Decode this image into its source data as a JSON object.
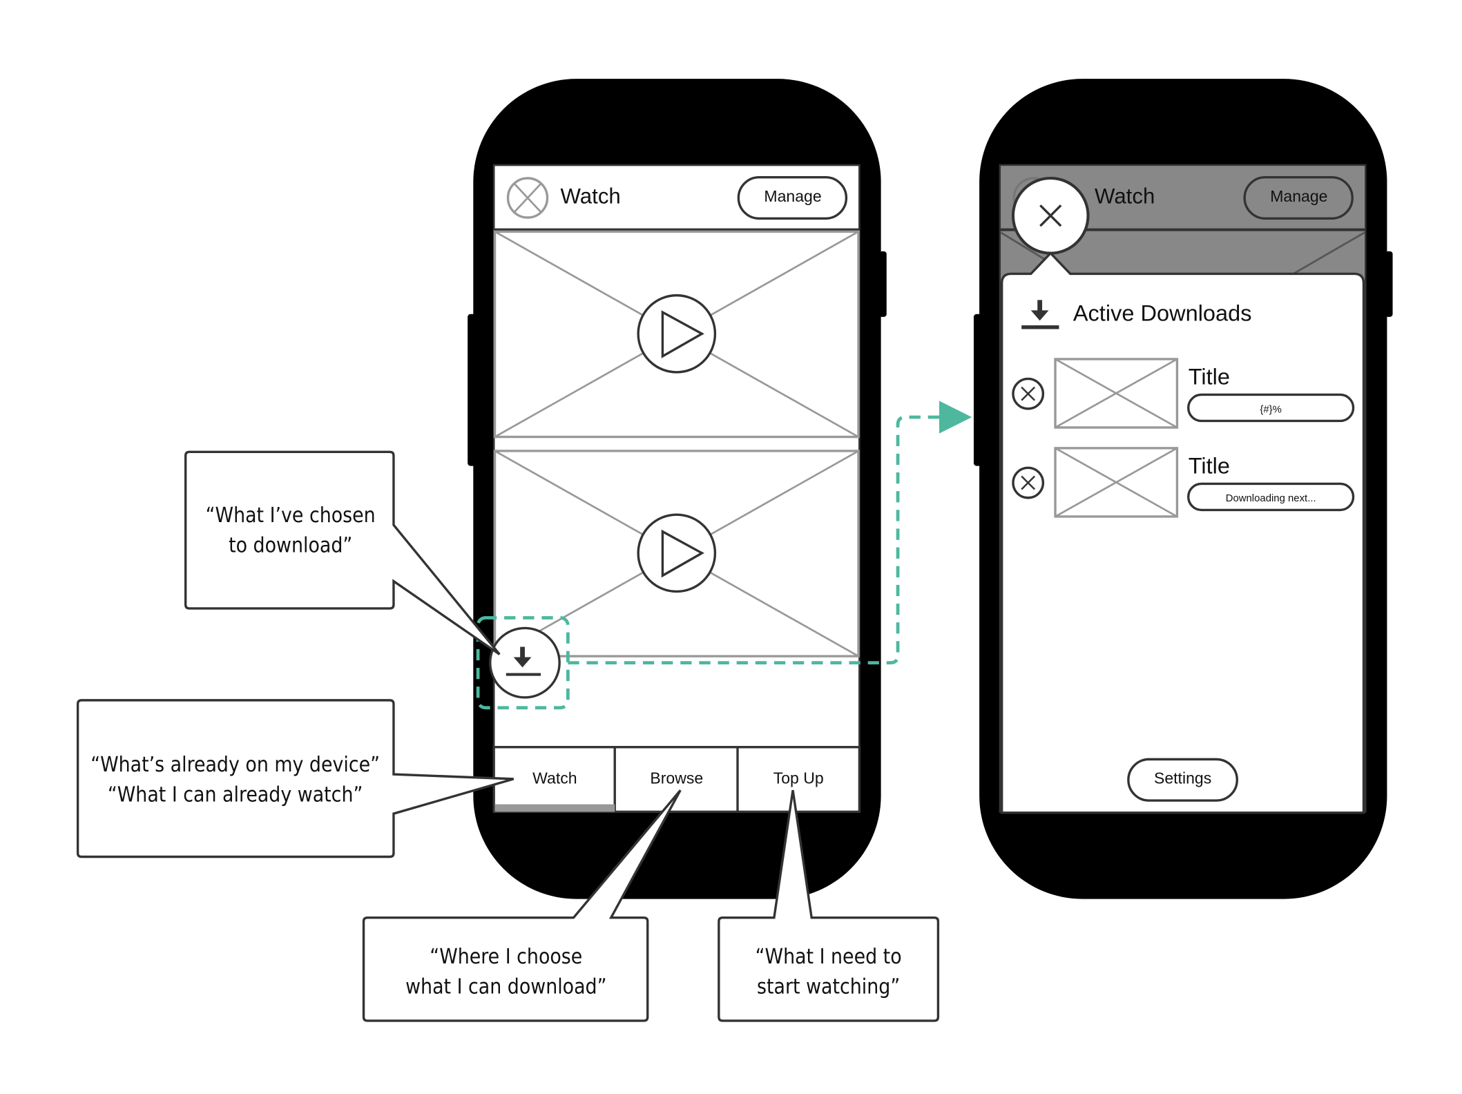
{
  "colors": {
    "accent": "#4db89e",
    "ink": "#333333",
    "placeholder": "#999999",
    "overlay": "#888888"
  },
  "phone_main": {
    "header": {
      "title": "Watch",
      "manage_label": "Manage",
      "avatar_icon": "placeholder-circle-x-icon"
    },
    "videos": [
      {
        "icon": "play-icon"
      },
      {
        "icon": "play-icon"
      }
    ],
    "download_button_icon": "download-icon",
    "tabs": [
      {
        "label": "Watch",
        "active": true
      },
      {
        "label": "Browse",
        "active": false
      },
      {
        "label": "Top Up",
        "active": false
      }
    ]
  },
  "phone_downloads": {
    "header": {
      "title": "Watch",
      "manage_label": "Manage"
    },
    "close_icon": "close-icon",
    "panel_title": "Active Downloads",
    "items": [
      {
        "title": "Title",
        "status": "{#}%"
      },
      {
        "title": "Title",
        "status": "Downloading next..."
      }
    ],
    "settings_label": "Settings"
  },
  "callouts": [
    {
      "lines": [
        "“What I’ve chosen",
        "to download”"
      ]
    },
    {
      "lines": [
        "“What’s already on my device”",
        "“What I can already watch”"
      ]
    },
    {
      "lines": [
        "“Where I choose",
        "what I can download”"
      ]
    },
    {
      "lines": [
        "“What I need to",
        "start watching”"
      ]
    }
  ]
}
